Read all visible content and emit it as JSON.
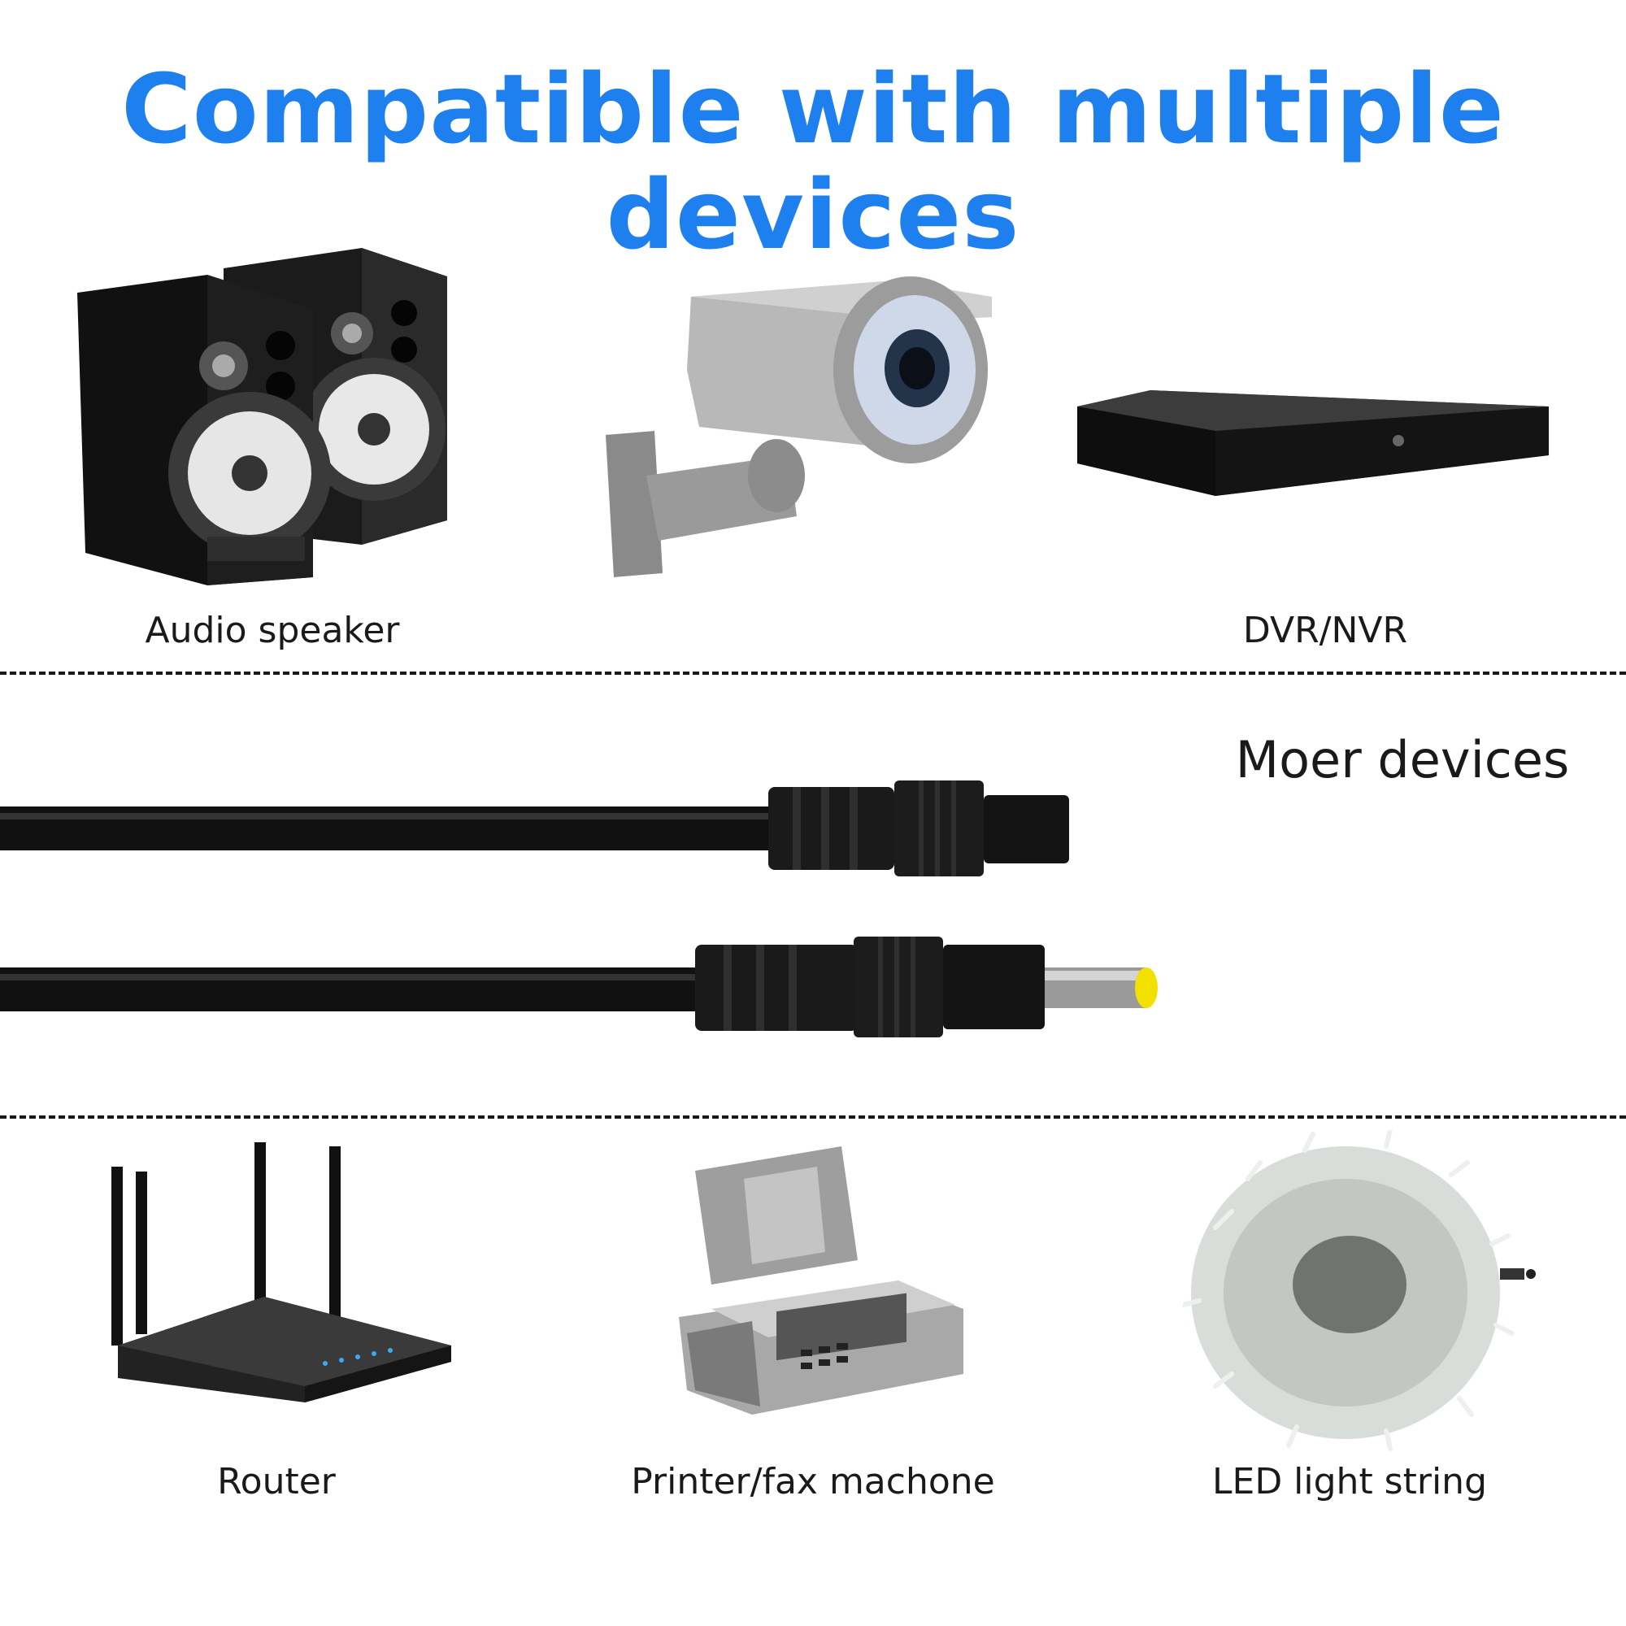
{
  "title": "Compatible with multiple devices",
  "devices": {
    "speaker": "Audio speaker",
    "dvr": "DVR/NVR",
    "more": "Moer devices",
    "router": "Router",
    "printer": "Printer/fax machone",
    "led": "LED light string"
  },
  "colors": {
    "title": "#1e7fef",
    "cable": "#111111",
    "tip": "#f2e000"
  },
  "icons": [
    "speaker-icon",
    "security-camera-icon",
    "dvr-icon",
    "dc-female-plug-icon",
    "dc-male-plug-icon",
    "router-icon",
    "fax-machine-icon",
    "led-string-icon"
  ]
}
